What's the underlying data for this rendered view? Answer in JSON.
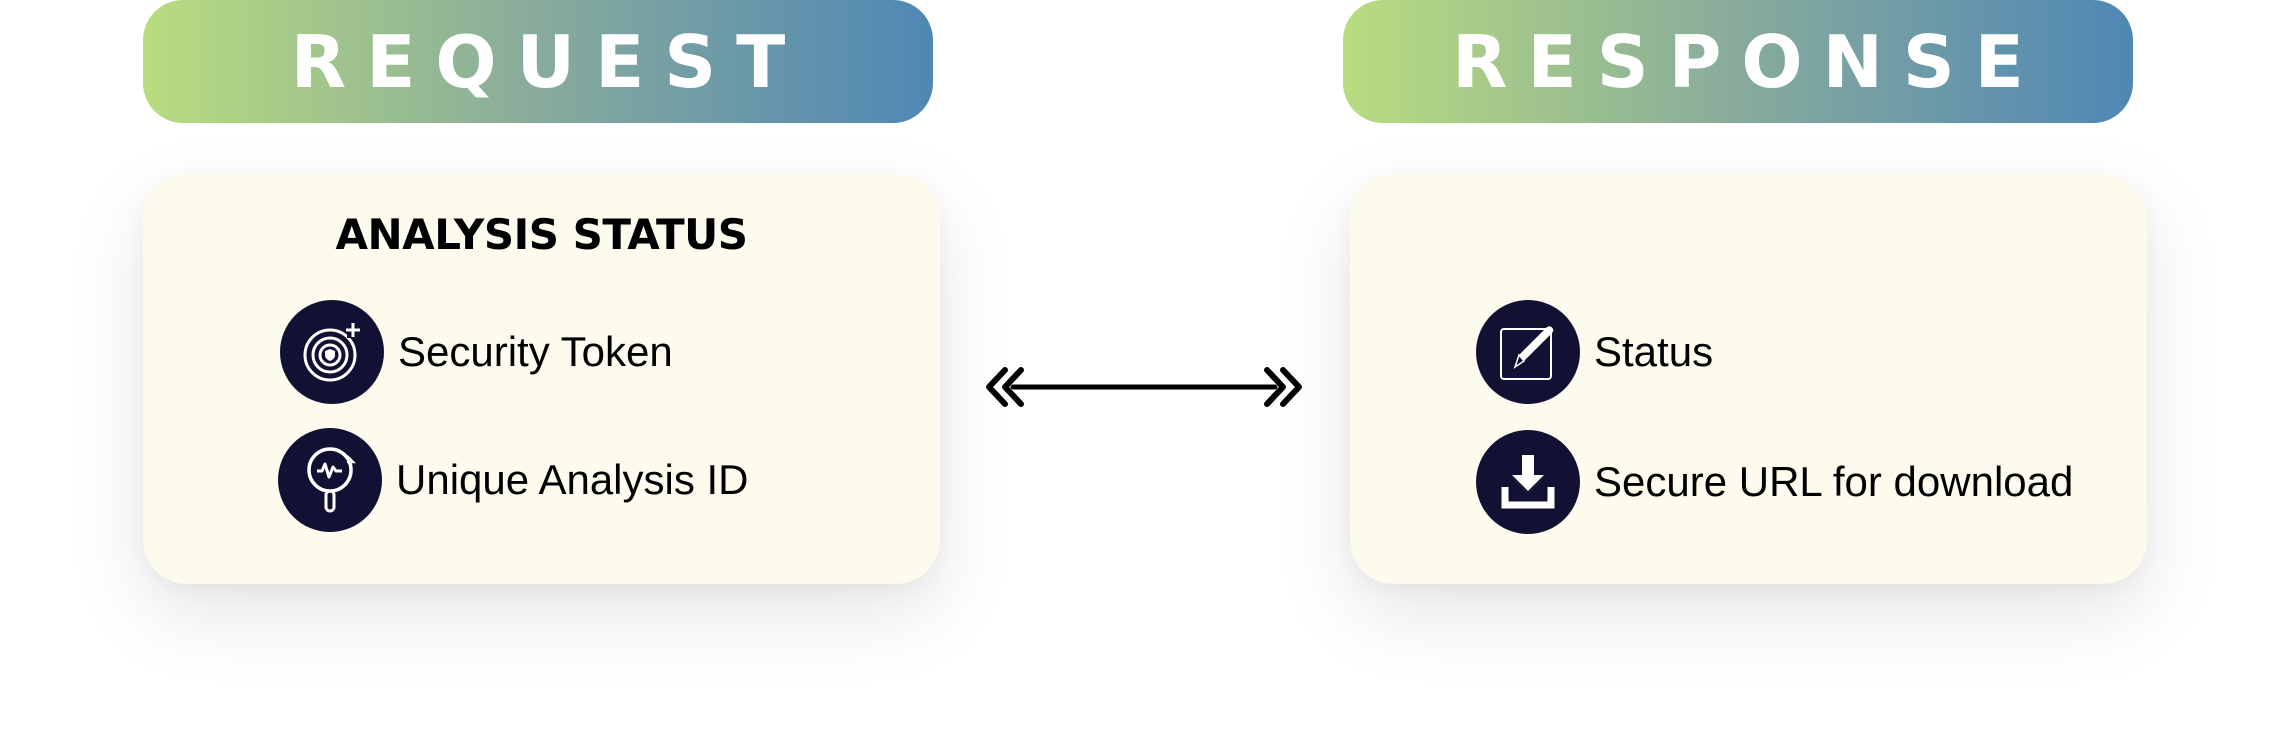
{
  "request": {
    "header": "REQUEST",
    "card_title": "ANALYSIS STATUS",
    "items": [
      {
        "label": "Security Token",
        "icon": "security-token-icon"
      },
      {
        "label": "Unique Analysis ID",
        "icon": "analysis-id-icon"
      }
    ]
  },
  "response": {
    "header": "RESPONSE",
    "items": [
      {
        "label": "Status",
        "icon": "edit-pencil-icon"
      },
      {
        "label": "Secure URL for download",
        "icon": "download-icon"
      }
    ]
  },
  "colors": {
    "gradient_start": "#b8dc7e",
    "gradient_end": "#4f87b5",
    "card_background": "#fcfbee",
    "icon_background": "#131133",
    "text": "#000000"
  },
  "connector": "bidirectional-arrow"
}
